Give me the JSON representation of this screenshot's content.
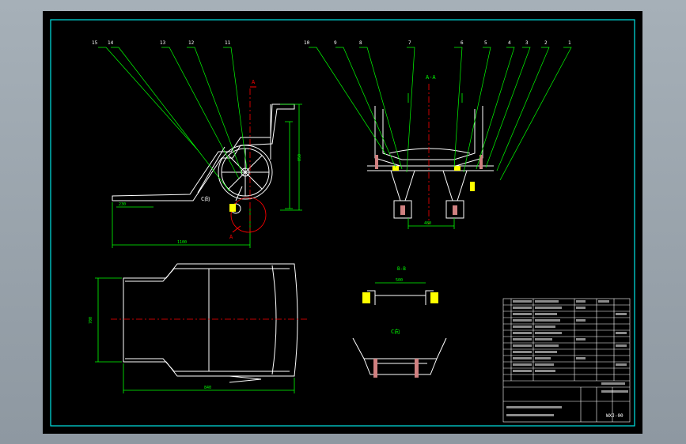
{
  "drawing": {
    "section_label": "A-A",
    "view_b_label": "B-B",
    "view_c_label": "C向",
    "c_marker": "C向",
    "a_marker_top": "A",
    "a_marker_bottom": "A",
    "drawing_number": "WXJ-00",
    "callouts_left": [
      "15",
      "14",
      "13",
      "12",
      "11"
    ],
    "callouts_right": [
      "10",
      "9",
      "8",
      "7",
      "6",
      "5",
      "4",
      "3",
      "2",
      "1"
    ],
    "dims": {
      "overall_length": "1100",
      "height": "850",
      "front_width": "700",
      "seat_length": "840",
      "wheelbase": "500",
      "track": "480",
      "caster_height": "230"
    }
  },
  "colors": {
    "background": "#000000",
    "line": "#ffffff",
    "leader": "#00ff00",
    "centerline": "#ff0000",
    "accent": "#ffff00",
    "frame": "#00e5e5",
    "part": "#d08080"
  }
}
